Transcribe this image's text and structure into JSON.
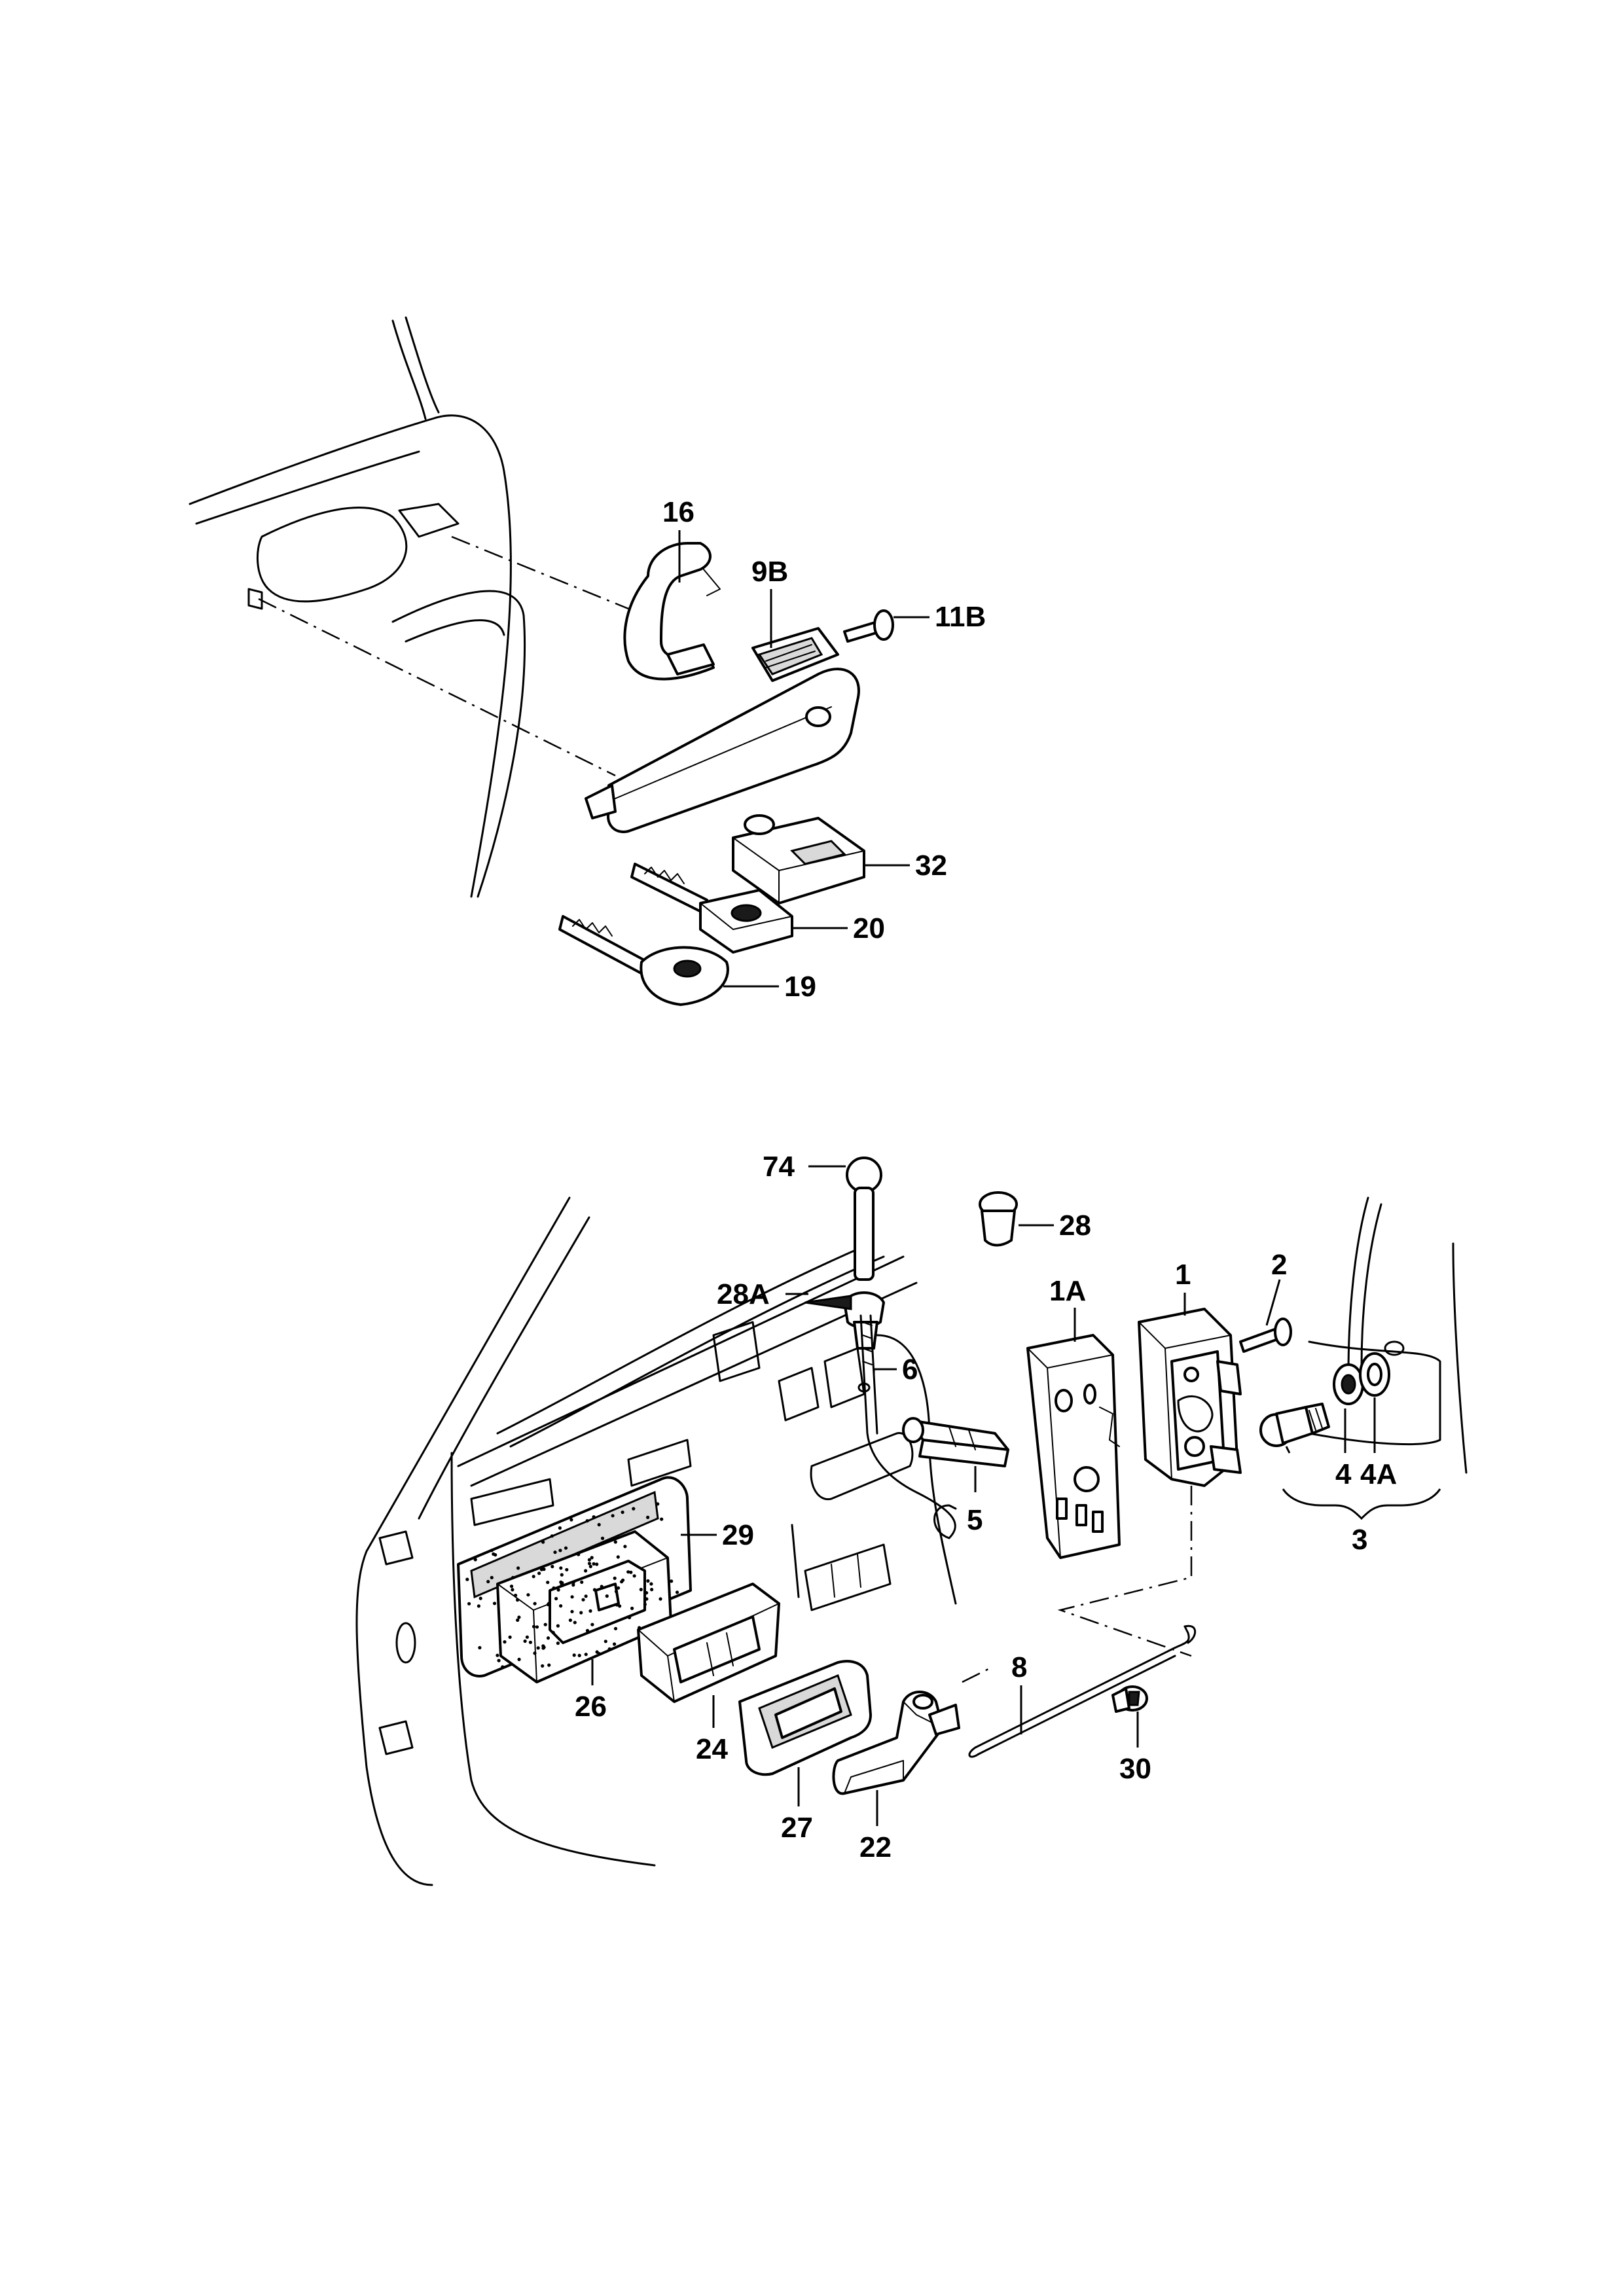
{
  "diagram": {
    "callouts": [
      "16",
      "9B",
      "11B",
      "32",
      "20",
      "19",
      "74",
      "28A",
      "28",
      "1",
      "1A",
      "2",
      "6",
      "5",
      "4",
      "4A",
      "3",
      "29",
      "26",
      "24",
      "27",
      "22",
      "8",
      "30"
    ]
  }
}
